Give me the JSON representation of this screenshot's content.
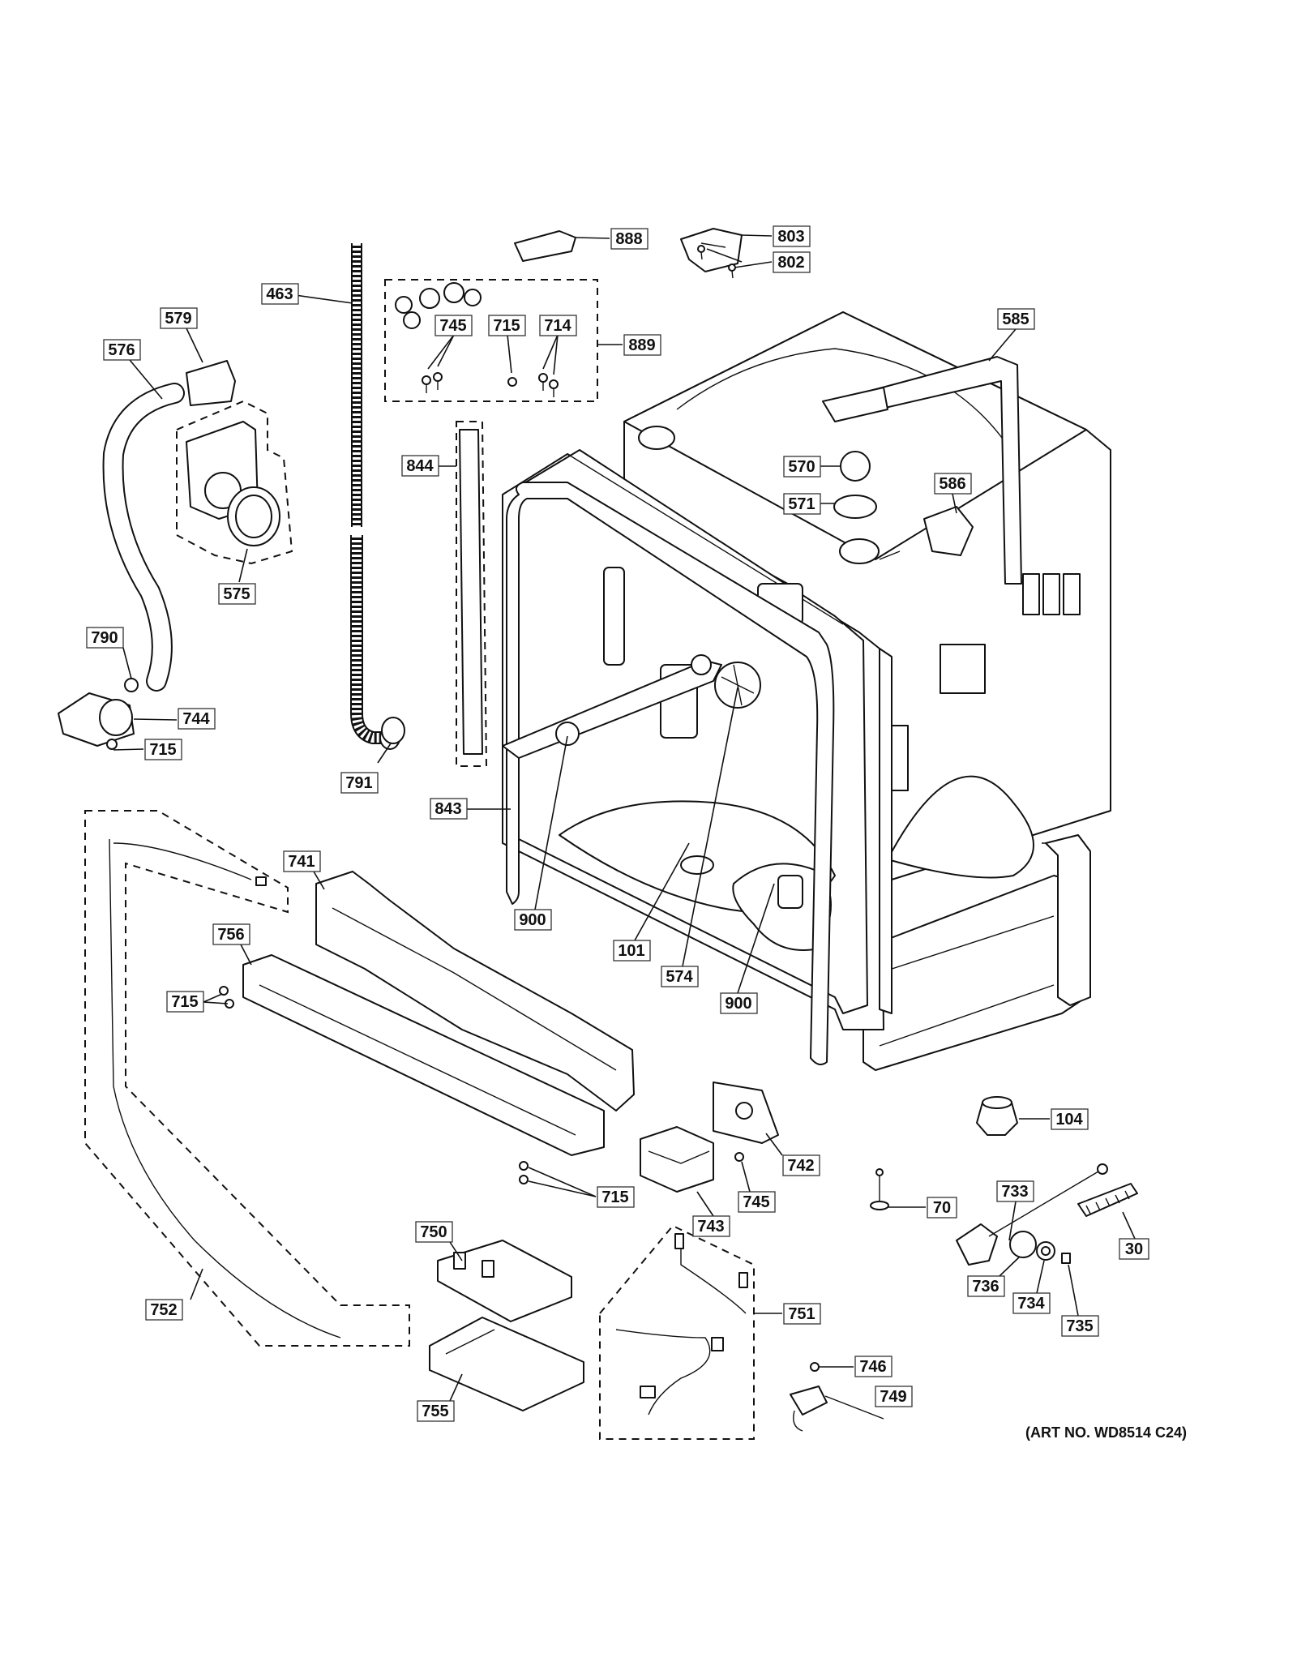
{
  "art_number": "(ART NO. WD8514 C24)",
  "callouts": [
    {
      "id": "888",
      "text": "888"
    },
    {
      "id": "803",
      "text": "803"
    },
    {
      "id": "802",
      "text": "802"
    },
    {
      "id": "463",
      "text": "463"
    },
    {
      "id": "889",
      "text": "889"
    },
    {
      "id": "745a",
      "text": "745"
    },
    {
      "id": "715a",
      "text": "715"
    },
    {
      "id": "714",
      "text": "714"
    },
    {
      "id": "579",
      "text": "579"
    },
    {
      "id": "576",
      "text": "576"
    },
    {
      "id": "585",
      "text": "585"
    },
    {
      "id": "844",
      "text": "844"
    },
    {
      "id": "570",
      "text": "570"
    },
    {
      "id": "571",
      "text": "571"
    },
    {
      "id": "586",
      "text": "586"
    },
    {
      "id": "575",
      "text": "575"
    },
    {
      "id": "790",
      "text": "790"
    },
    {
      "id": "744",
      "text": "744"
    },
    {
      "id": "715b",
      "text": "715"
    },
    {
      "id": "791",
      "text": "791"
    },
    {
      "id": "843",
      "text": "843"
    },
    {
      "id": "741",
      "text": "741"
    },
    {
      "id": "900a",
      "text": "900"
    },
    {
      "id": "101",
      "text": "101"
    },
    {
      "id": "574",
      "text": "574"
    },
    {
      "id": "900b",
      "text": "900"
    },
    {
      "id": "756",
      "text": "756"
    },
    {
      "id": "715c",
      "text": "715"
    },
    {
      "id": "104",
      "text": "104"
    },
    {
      "id": "742",
      "text": "742"
    },
    {
      "id": "715d",
      "text": "715"
    },
    {
      "id": "745b",
      "text": "745"
    },
    {
      "id": "743",
      "text": "743"
    },
    {
      "id": "733",
      "text": "733"
    },
    {
      "id": "70",
      "text": "70"
    },
    {
      "id": "30",
      "text": "30"
    },
    {
      "id": "750",
      "text": "750"
    },
    {
      "id": "736",
      "text": "736"
    },
    {
      "id": "734",
      "text": "734"
    },
    {
      "id": "735",
      "text": "735"
    },
    {
      "id": "752",
      "text": "752"
    },
    {
      "id": "751",
      "text": "751"
    },
    {
      "id": "755",
      "text": "755"
    },
    {
      "id": "746",
      "text": "746"
    },
    {
      "id": "749",
      "text": "749"
    }
  ]
}
